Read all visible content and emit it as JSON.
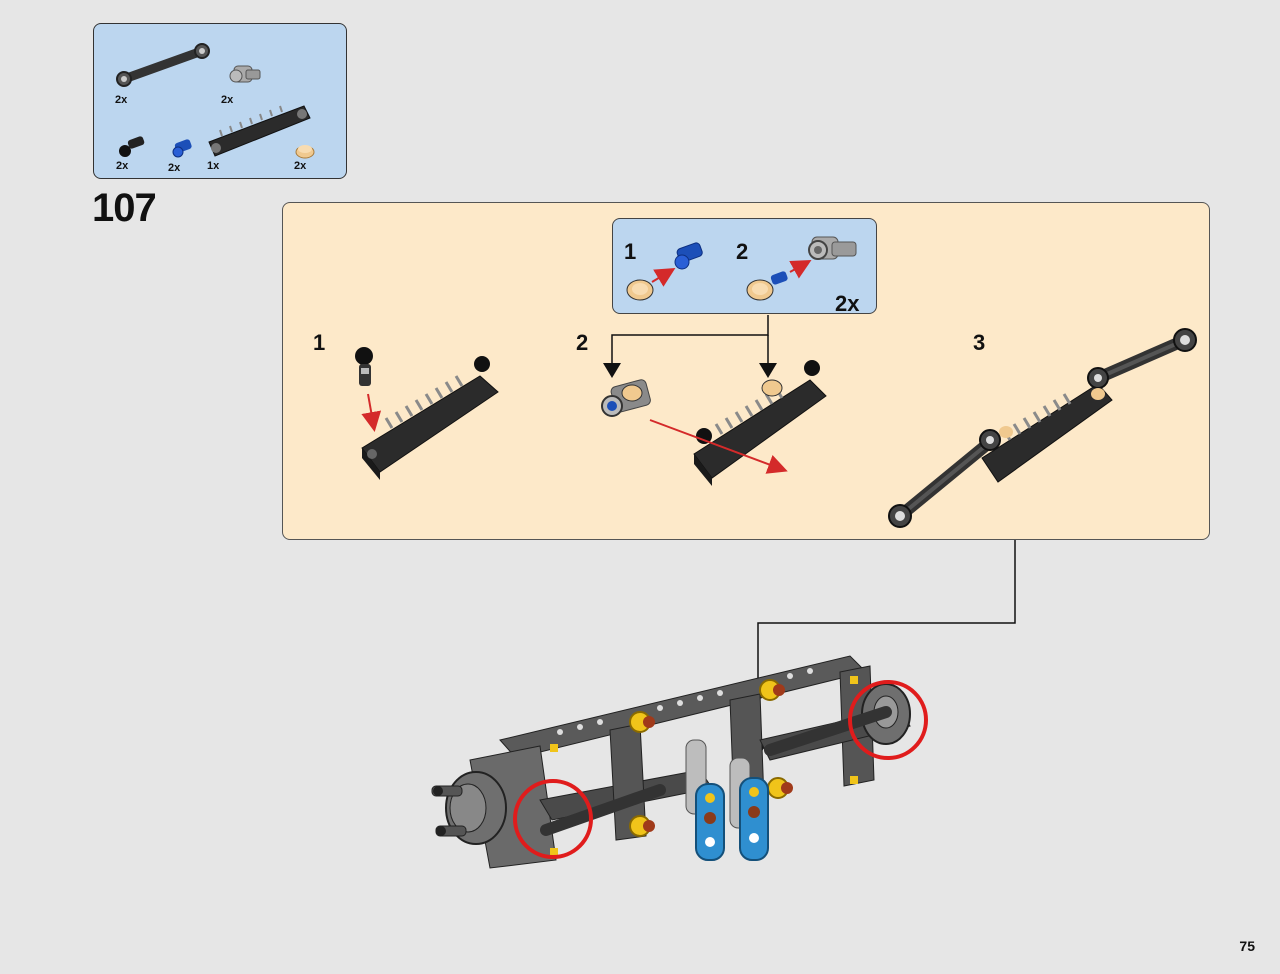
{
  "step_number": "107",
  "page_number": "75",
  "parts": [
    {
      "icon": "link-beam-icon",
      "qty": "2x"
    },
    {
      "icon": "axle-connector-icon",
      "qty": "2x"
    },
    {
      "icon": "black-pin-icon",
      "qty": "2x"
    },
    {
      "icon": "blue-pin-icon",
      "qty": "2x"
    },
    {
      "icon": "gear-rack-beam-icon",
      "qty": "1x"
    },
    {
      "icon": "tan-bush-icon",
      "qty": "2x"
    }
  ],
  "callout": {
    "step1": "1",
    "step2": "2",
    "multiplier": "2x"
  },
  "substeps": [
    "1",
    "2",
    "3"
  ],
  "colors": {
    "parts_bg": "#bcd6ef",
    "subassembly_bg": "#fde9c9",
    "page_bg": "#e6e6e6",
    "arrow_red": "#d42a2a",
    "circle_red": "#e01c1c",
    "part_blue": "#2f8fd0",
    "part_yellow": "#f0c41a",
    "part_tan": "#f0c98f"
  }
}
